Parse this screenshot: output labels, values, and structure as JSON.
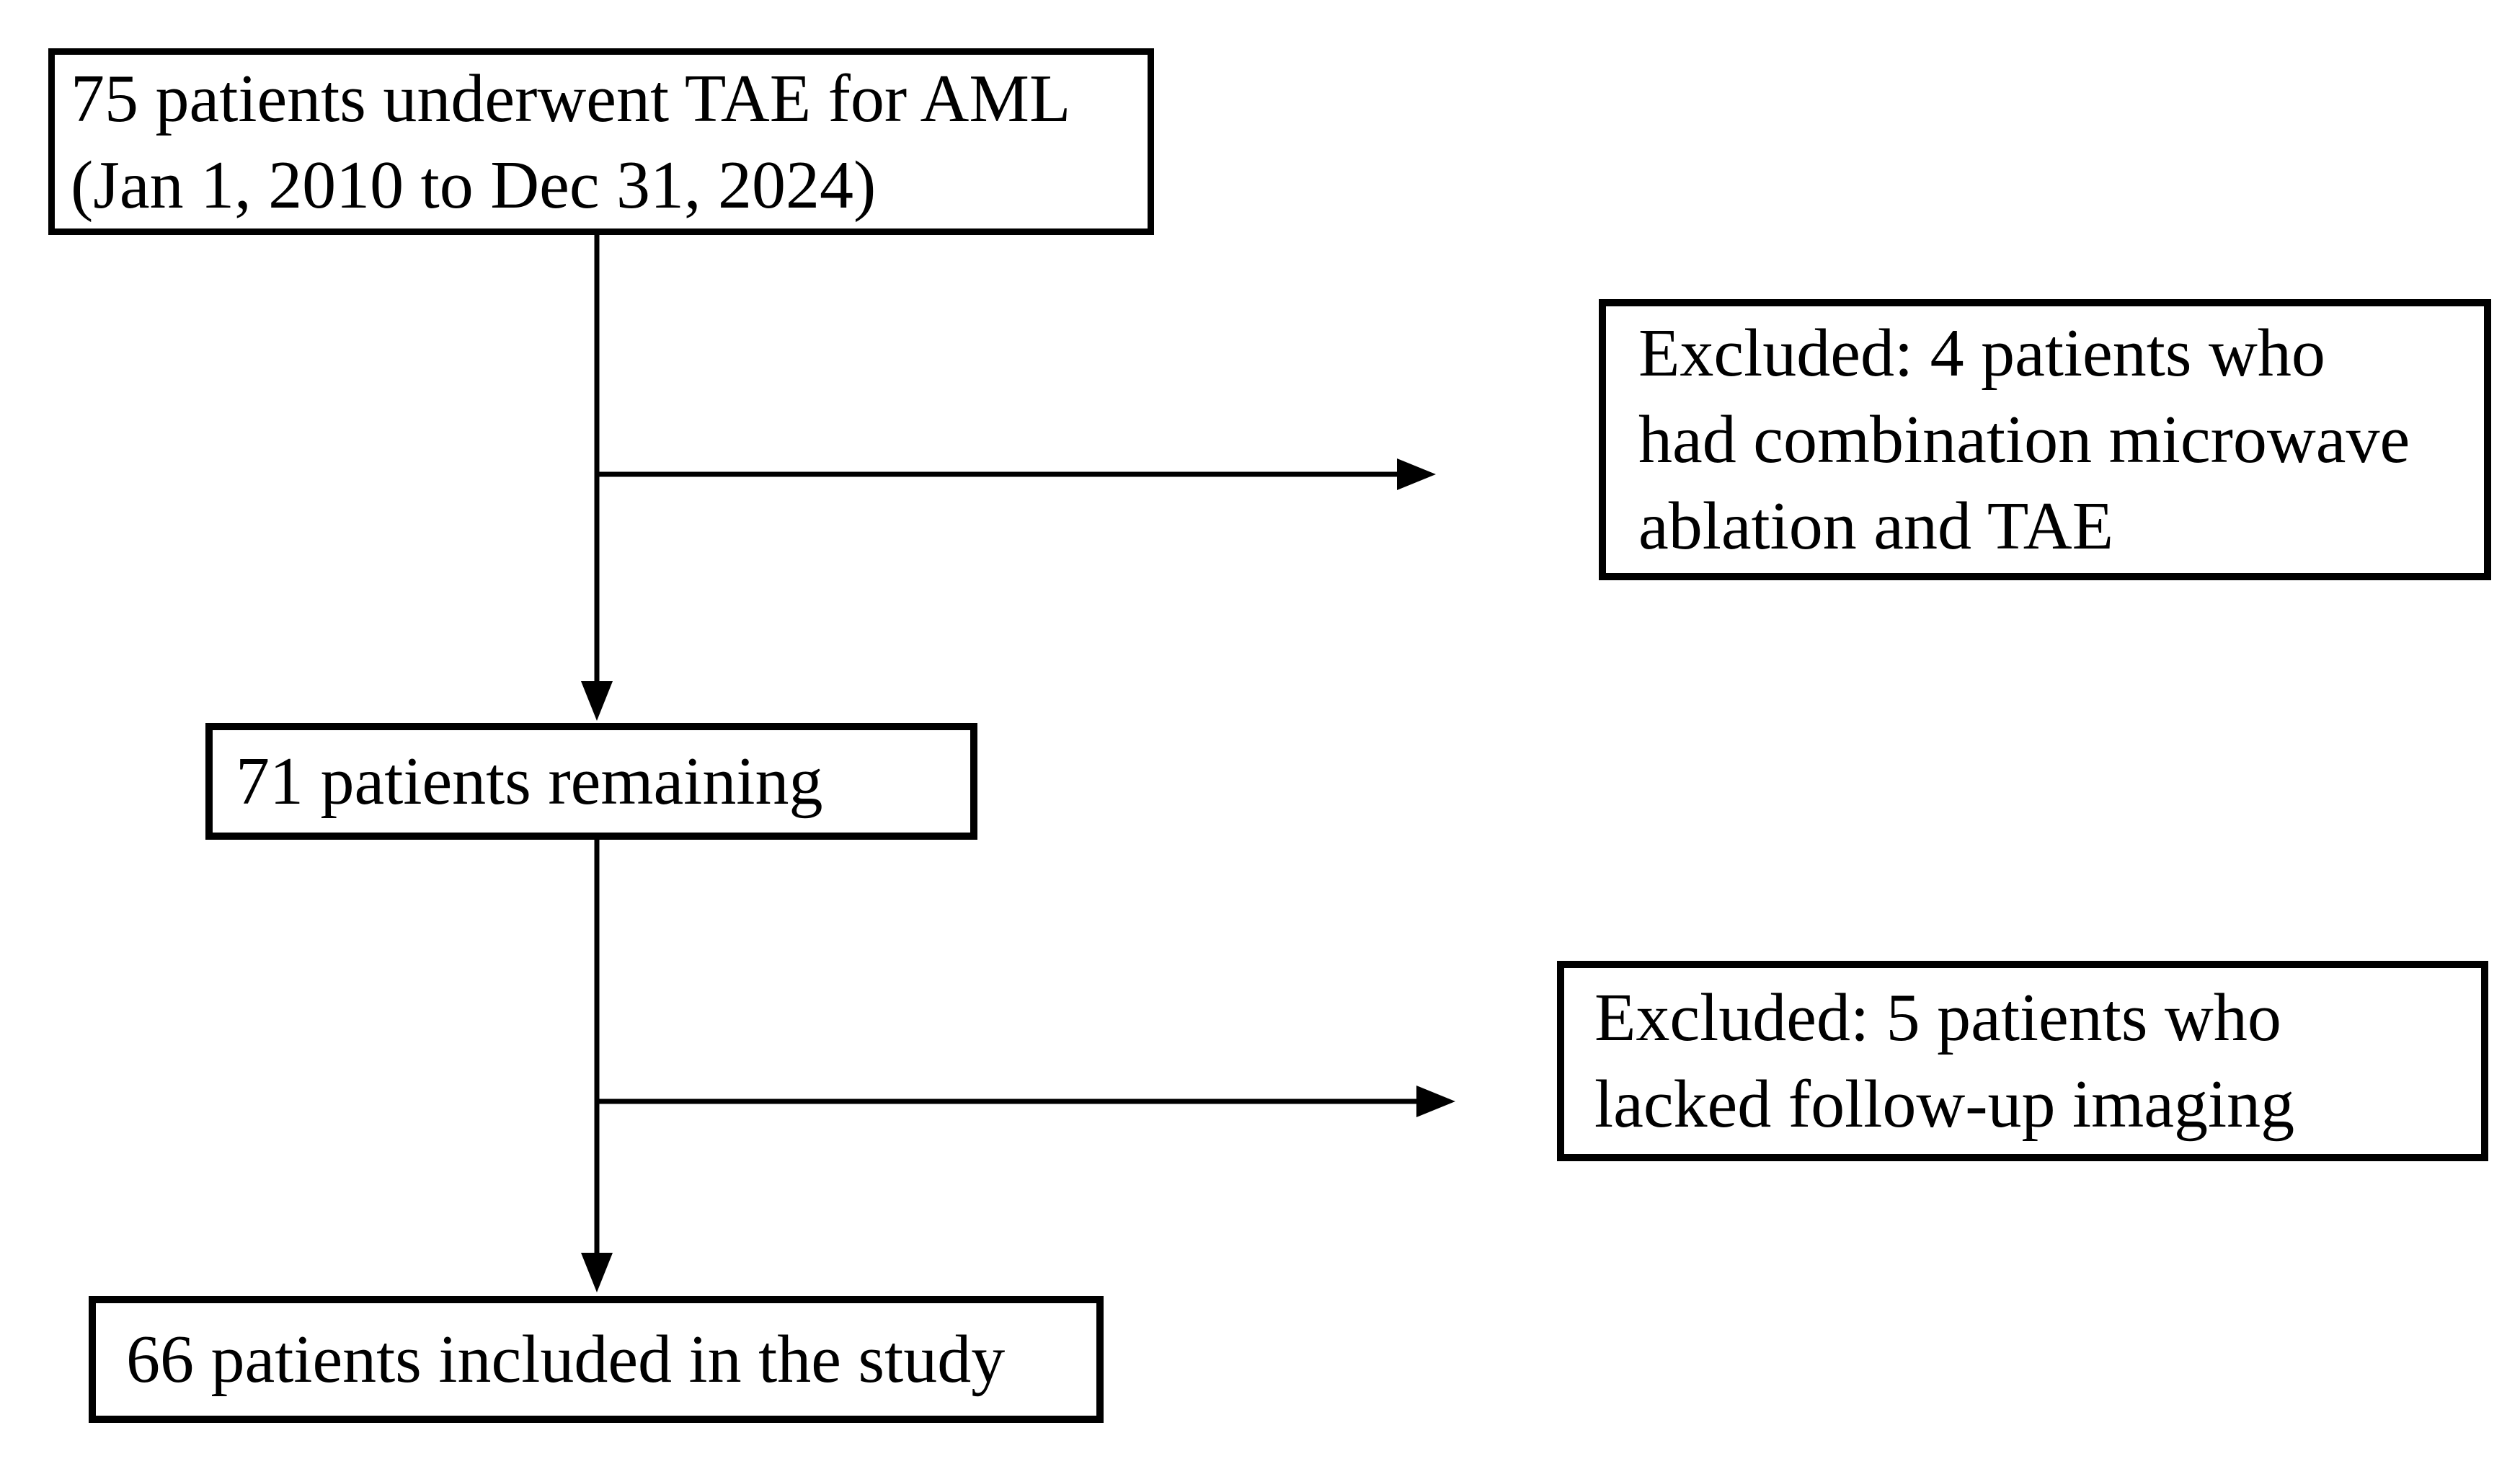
{
  "diagram": {
    "boxes": {
      "start": {
        "lines": [
          "75 patients underwent TAE for AML",
          "(Jan 1, 2010 to Dec 31, 2024)"
        ]
      },
      "exclusion1": {
        "lines": [
          "Excluded: 4 patients who",
          "had combination microwave",
          "ablation and TAE"
        ]
      },
      "remaining": {
        "lines": [
          "71 patients remaining"
        ]
      },
      "exclusion2": {
        "lines": [
          "Excluded: 5 patients who",
          "lacked follow-up imaging"
        ]
      },
      "final": {
        "lines": [
          "66 patients included in the study"
        ]
      }
    },
    "colors": {
      "border": "#000000",
      "text": "#000000",
      "background": "#ffffff"
    }
  }
}
